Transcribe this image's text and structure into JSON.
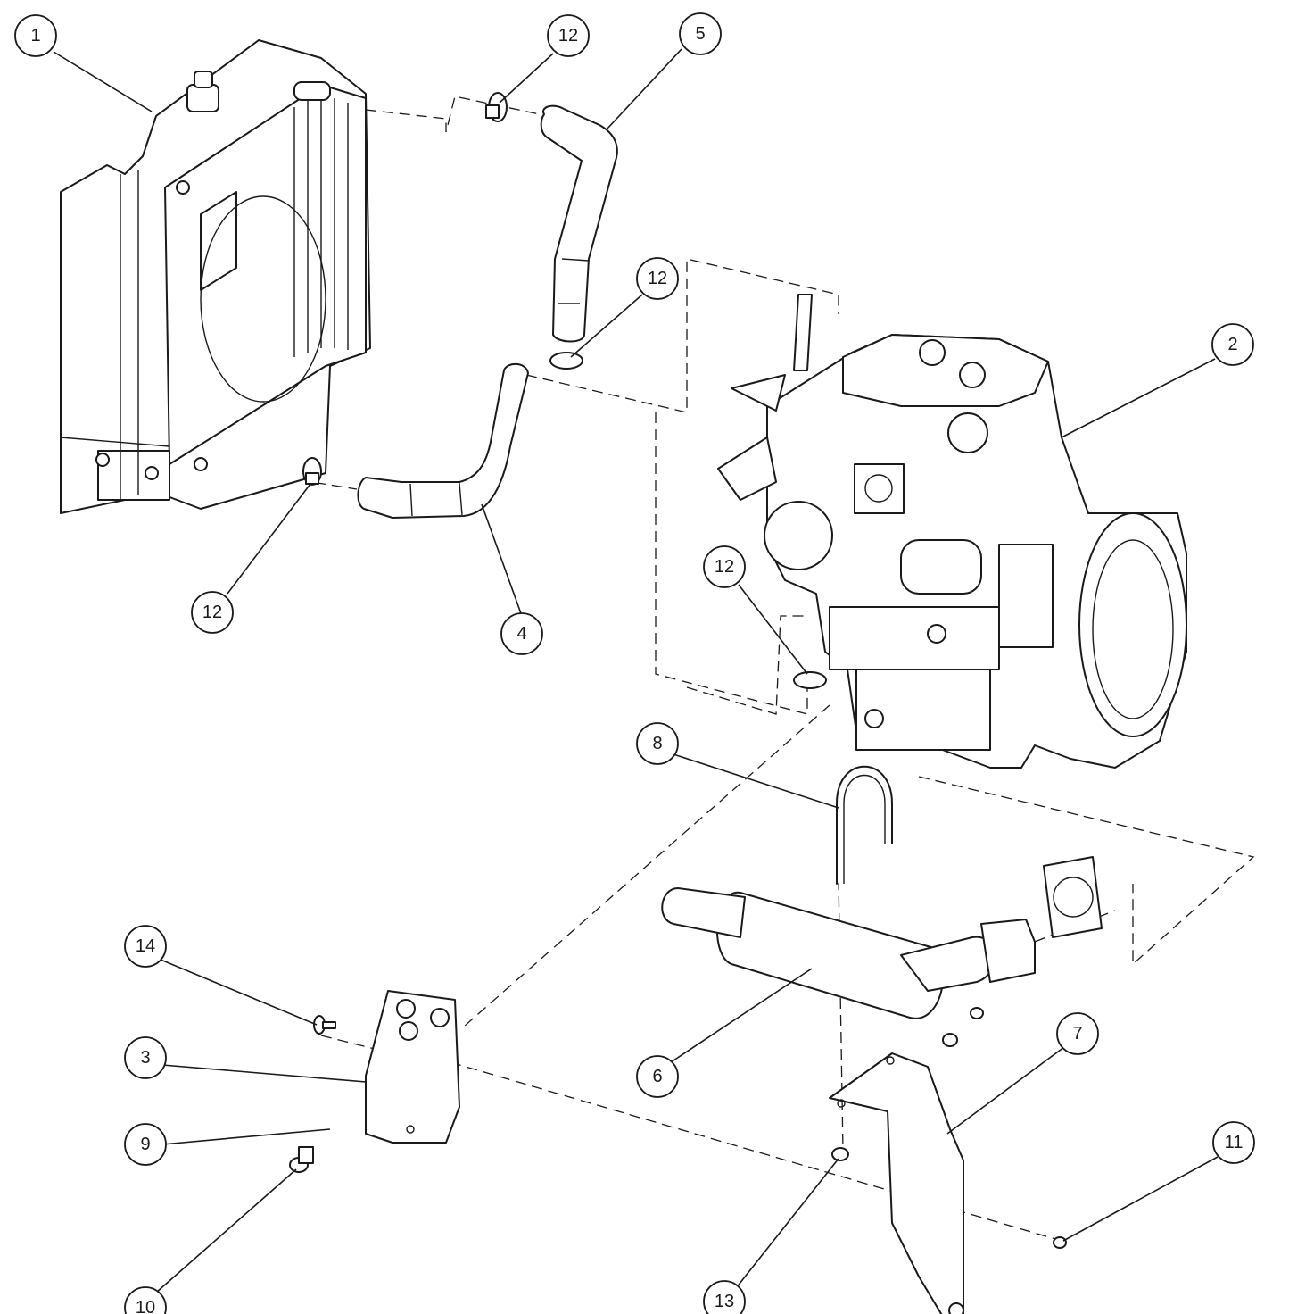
{
  "callouts": [
    {
      "id": "c1",
      "label": "1"
    },
    {
      "id": "c12a",
      "label": "12"
    },
    {
      "id": "c5",
      "label": "5"
    },
    {
      "id": "c12b",
      "label": "12"
    },
    {
      "id": "c2",
      "label": "2"
    },
    {
      "id": "c12c",
      "label": "12"
    },
    {
      "id": "c4",
      "label": "4"
    },
    {
      "id": "c12d",
      "label": "12"
    },
    {
      "id": "c8",
      "label": "8"
    },
    {
      "id": "c14",
      "label": "14"
    },
    {
      "id": "c3",
      "label": "3"
    },
    {
      "id": "c9",
      "label": "9"
    },
    {
      "id": "c10",
      "label": "10"
    },
    {
      "id": "c6",
      "label": "6"
    },
    {
      "id": "c7",
      "label": "7"
    },
    {
      "id": "c11",
      "label": "11"
    },
    {
      "id": "c13",
      "label": "13"
    }
  ],
  "colors": {
    "line": "#1a1a1a",
    "background": "#ffffff"
  }
}
